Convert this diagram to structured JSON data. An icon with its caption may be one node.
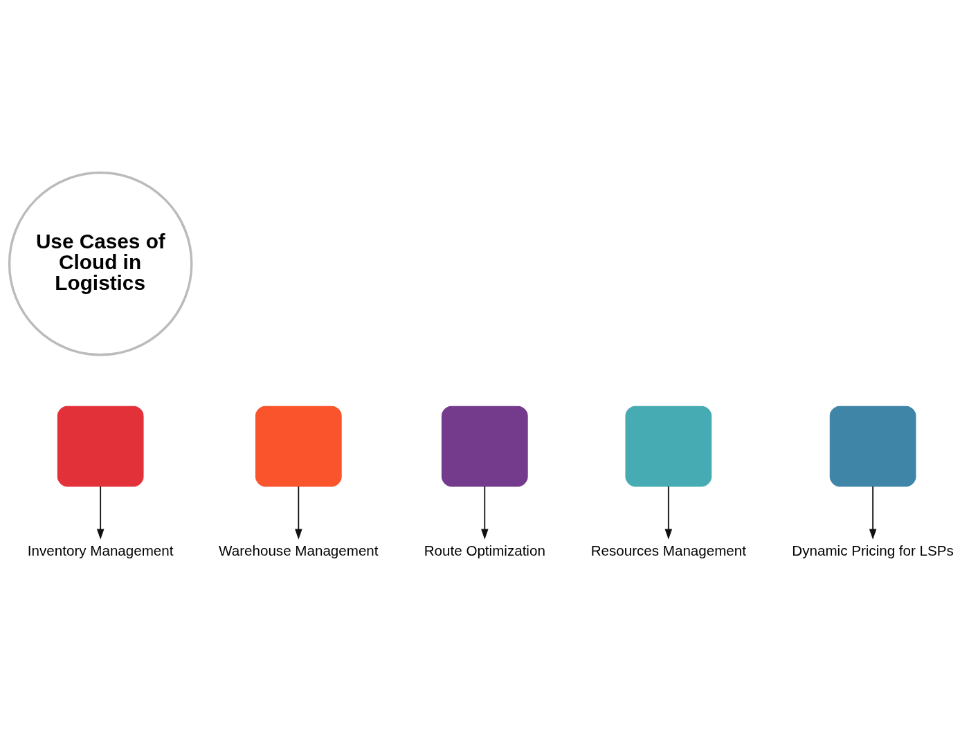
{
  "diagram": {
    "nodes": [
      {
        "text": [
          "Use Cases of Cloud in Logistics"
        ]
      },
      {
        "text": [],
        "shape": "box"
      },
      {
        "text": [
          "Inventory Management"
        ]
      },
      {
        "text": [],
        "shape": "box"
      },
      {
        "text": [
          "Warehouse Management"
        ]
      },
      {
        "text": [],
        "shape": "box"
      },
      {
        "text": [
          "Route Optimization"
        ]
      },
      {
        "text": [],
        "shape": "box"
      },
      {
        "text": [
          "Resources Management"
        ]
      },
      {
        "text": [],
        "shape": "box"
      },
      {
        "text": [
          "Dynamic Pricing for LSPs"
        ]
      }
    ],
    "edges": [
      {
        "from": 1,
        "to": 2,
        "arrow": "to"
      },
      {
        "from": 3,
        "to": 4,
        "arrow": "to"
      },
      {
        "from": 5,
        "to": 6,
        "arrow": "to"
      },
      {
        "from": 7,
        "to": 8,
        "arrow": "to"
      },
      {
        "from": 9,
        "to": 10,
        "arrow": "to"
      }
    ]
  }
}
